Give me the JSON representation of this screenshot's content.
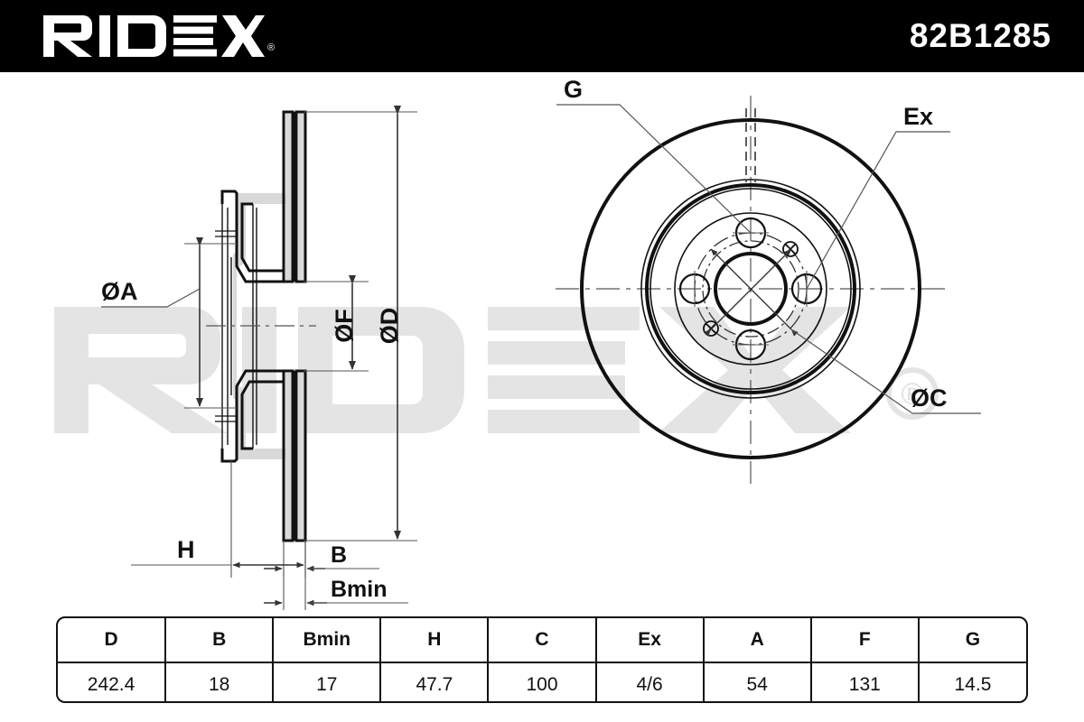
{
  "header": {
    "brand": "RIDEX",
    "brand_mark": "®",
    "part_number": "82B1285",
    "background_color": "#000000",
    "text_color": "#ffffff"
  },
  "watermark": {
    "text": "RIDEX",
    "mark": "®",
    "color": "#e4e4e4"
  },
  "drawing": {
    "title": "brake-disc-technical-drawing",
    "side_view": {
      "name": "cross-section-side-view",
      "labels": [
        {
          "key": "A",
          "text": "ØA",
          "name": "dimension-label-a"
        },
        {
          "key": "F",
          "text": "ØF",
          "name": "dimension-label-f"
        },
        {
          "key": "D",
          "text": "ØD",
          "name": "dimension-label-d"
        },
        {
          "key": "B",
          "text": "B",
          "name": "dimension-label-b"
        },
        {
          "key": "Bmin",
          "text": "Bmin",
          "name": "dimension-label-bmin"
        },
        {
          "key": "H",
          "text": "H",
          "name": "dimension-label-h"
        }
      ]
    },
    "front_view": {
      "name": "front-face-view",
      "labels": [
        {
          "key": "G",
          "text": "G",
          "name": "dimension-label-g"
        },
        {
          "key": "Ex",
          "text": "Ex",
          "name": "dimension-label-ex"
        },
        {
          "key": "C",
          "text": "ØC",
          "name": "dimension-label-c"
        }
      ]
    }
  },
  "spec_table": {
    "name": "specifications-table",
    "headers": [
      "D",
      "B",
      "Bmin",
      "H",
      "C",
      "Ex",
      "A",
      "F",
      "G"
    ],
    "values": [
      "242.4",
      "18",
      "17",
      "47.7",
      "100",
      "4/6",
      "54",
      "131",
      "14.5"
    ]
  }
}
